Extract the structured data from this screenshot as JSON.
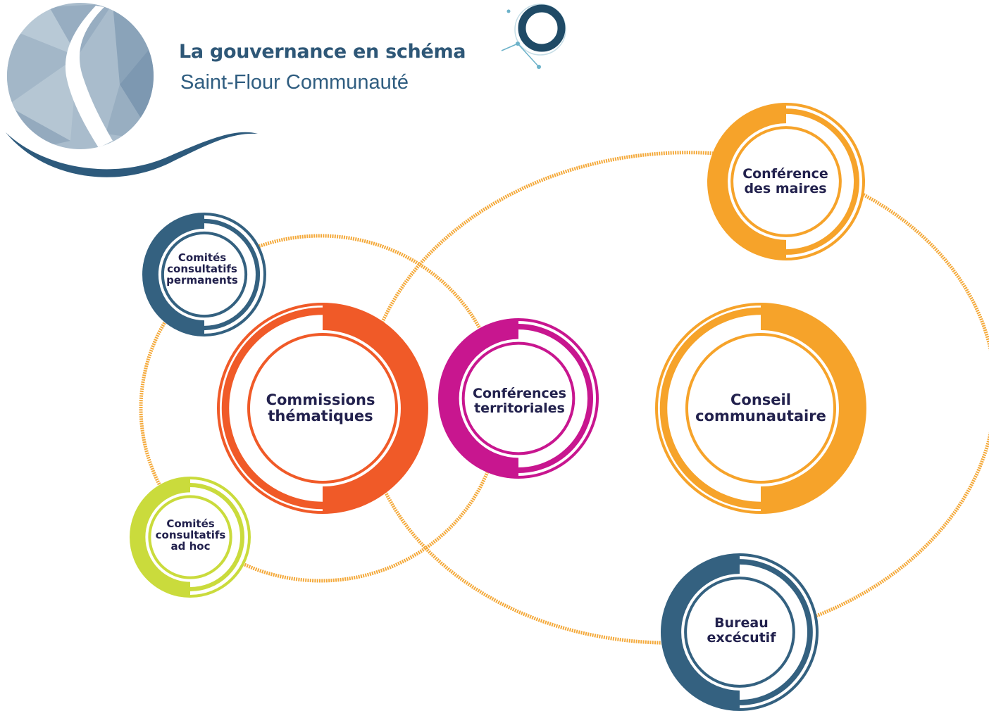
{
  "header": {
    "title": "La gouvernance en schéma",
    "subtitle": "Saint-Flour Communauté"
  },
  "colors": {
    "navy": "#346180",
    "orange_red": "#f05a28",
    "magenta": "#c8168f",
    "orange": "#f6a32a",
    "lime": "#cadb3c",
    "link": "#f4a93a",
    "logo_light": "#a9bccc",
    "logo_dark": "#7d98b1"
  },
  "nodes": {
    "conference_maires": {
      "label": "Conférence\ndes maires"
    },
    "comites_permanents": {
      "label": "Comités\nconsultatifs\npermanents"
    },
    "commissions": {
      "label": "Commissions\nthématiques"
    },
    "conferences_territoriales": {
      "label": "Conférences\nterritoriales"
    },
    "conseil": {
      "label": "Conseil\ncommunautaire"
    },
    "comites_adhoc": {
      "label": "Comités\nconsultatifs\nad hoc"
    },
    "bureau": {
      "label": "Bureau\nexcécutif"
    }
  }
}
